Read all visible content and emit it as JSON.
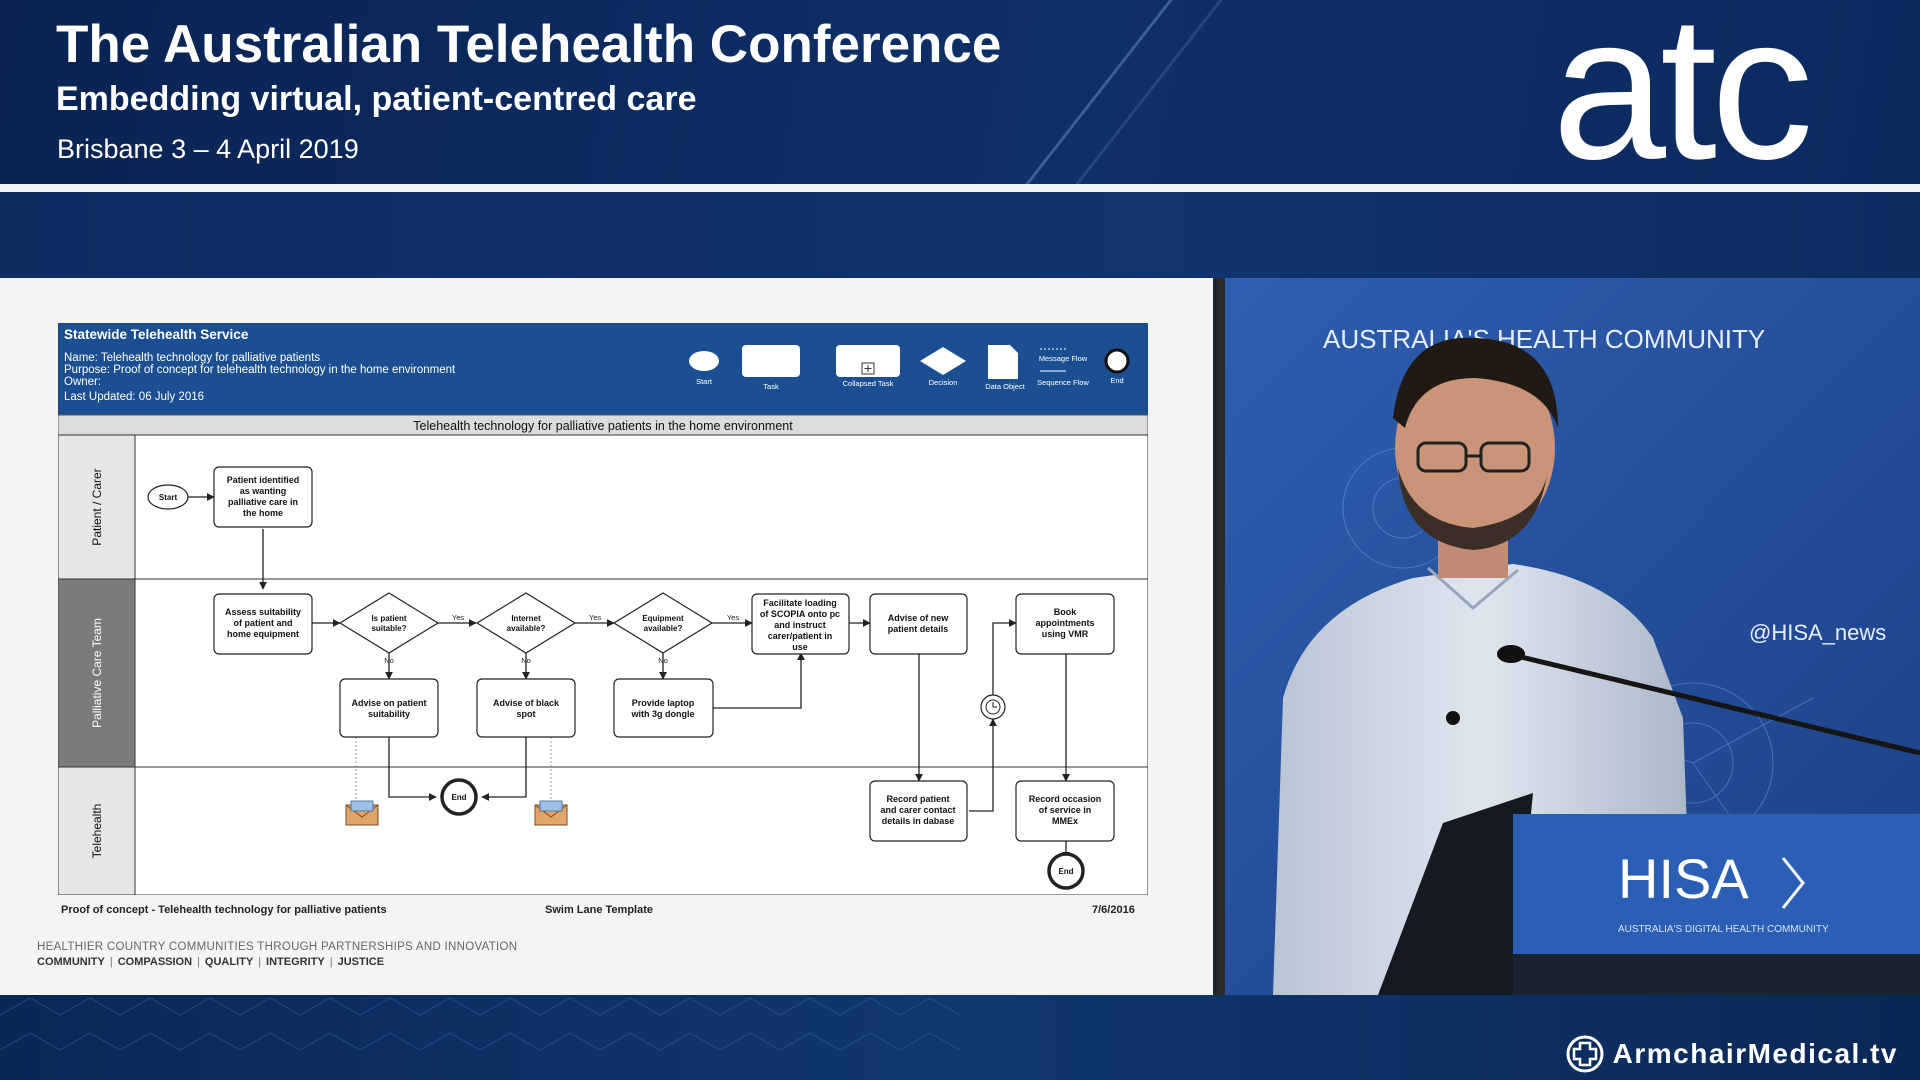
{
  "banner": {
    "title": "The Australian Telehealth Conference",
    "subtitle": "Embedding virtual, patient-centred care",
    "date": "Brisbane 3 – 4 April 2019",
    "logo_text": "atc"
  },
  "slide": {
    "header_title": "Statewide Telehealth Service",
    "meta": [
      "Name:  Telehealth technology for palliative patients",
      "Purpose:  Proof of concept for telehealth technology in the home environment",
      "Owner:",
      "Last Updated:  06 July 2016"
    ],
    "legend": [
      "Start",
      "Task",
      "Collapsed Task",
      "Decision",
      "Data Object",
      "Message Flow",
      "Sequence Flow",
      "End"
    ],
    "process_title": "Telehealth technology for palliative patients in the home environment",
    "lanes": [
      "Patient / Carer",
      "Palliative Care Team",
      "Telehealth"
    ],
    "nodes": {
      "start": "Start",
      "identified": [
        "Patient identified",
        "as wanting",
        "palliative care in",
        "the home"
      ],
      "assess": [
        "Assess suitability",
        "of patient and",
        "home equipment"
      ],
      "d_suitable": [
        "Is patient",
        "suitable?"
      ],
      "d_internet": [
        "Internet",
        "available?"
      ],
      "d_equipment": [
        "Equipment",
        "available?"
      ],
      "facilitate": [
        "Facilitate loading",
        "of SCOPIA onto pc",
        "and instruct",
        "carer/patient in",
        "use"
      ],
      "advise_details": [
        "Advise of new",
        "patient details"
      ],
      "book": [
        "Book",
        "appointments",
        "using VMR"
      ],
      "advise_suit": [
        "Advise on patient",
        "suitability"
      ],
      "advise_black": [
        "Advise of black",
        "spot"
      ],
      "laptop": [
        "Provide laptop",
        "with 3g dongle"
      ],
      "record_contact": [
        "Record patient",
        "and carer contact",
        "details in dabase"
      ],
      "record_service": [
        "Record occasion",
        "of service in",
        "MMEx"
      ],
      "end": "End"
    },
    "flow_labels": {
      "yes": "Yes",
      "no": "No"
    },
    "footer_left": "Proof of concept - Telehealth technology for palliative patients",
    "footer_center": "Swim Lane Template",
    "footer_right": "7/6/2016",
    "tagline": "HEALTHIER COUNTRY COMMUNITIES THROUGH PARTNERSHIPS AND INNOVATION",
    "values": [
      "COMMUNITY",
      "COMPASSION",
      "QUALITY",
      "INTEGRITY",
      "JUSTICE"
    ]
  },
  "camera": {
    "backdrop_text": "AUSTRALIA'S      HEALTH COMMUNITY",
    "twitter": "@HISA_news",
    "podium_logo": "HISA",
    "podium_sub": "AUSTRALIA'S DIGITAL HEALTH COMMUNITY"
  },
  "brand": {
    "name": "ArmchairMedical.tv"
  },
  "colors": {
    "banner": "#0c2a5e",
    "diagram_header": "#1c4f91",
    "accent": "#2a6fb5"
  }
}
